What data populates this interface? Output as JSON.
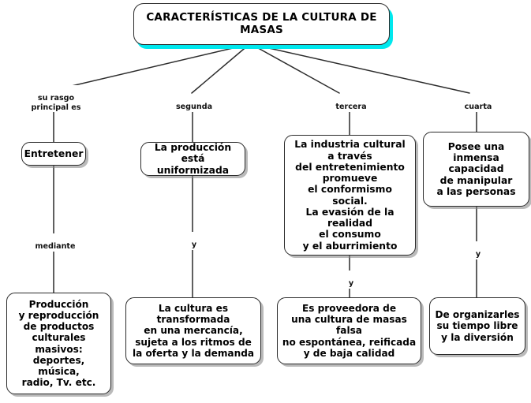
{
  "diagram": {
    "title_node": {
      "label": "CARACTERÍSTICAS DE LA CULTURA DE MASAS",
      "shadow_color": "#00e8ee"
    },
    "branch_labels": [
      {
        "id": "rama-1",
        "label": "su rasgo\nprincipal es"
      },
      {
        "id": "rama-2",
        "label": "segunda"
      },
      {
        "id": "rama-3",
        "label": "tercera"
      },
      {
        "id": "rama-4",
        "label": "cuarta"
      }
    ],
    "level1_nodes": [
      {
        "id": "entretener",
        "label": "Entretener"
      },
      {
        "id": "produccion-uniformizada",
        "label": "La producción está\nuniformizada"
      },
      {
        "id": "industria-cultural",
        "label": "La industria cultural\na través\ndel entretenimiento\npromueve\nel conformismo social.\nLa evasión de la realidad\nel consumo\ny el aburrimiento"
      },
      {
        "id": "capacidad-manipular",
        "label": "Posee una inmensa\ncapacidad\nde manipular\na las personas"
      }
    ],
    "connector_labels": [
      {
        "id": "conector-1",
        "label": "mediante"
      },
      {
        "id": "conector-2",
        "label": "y"
      },
      {
        "id": "conector-3",
        "label": "y"
      },
      {
        "id": "conector-4",
        "label": "y"
      }
    ],
    "level2_nodes": [
      {
        "id": "produccion-masiva",
        "label": "Producción\ny reproducción\nde productos\nculturales masivos:\ndeportes, música,\nradio, Tv. etc."
      },
      {
        "id": "cultura-mercancia",
        "label": "La cultura es transformada\nen una mercancía,\nsujeta a los ritmos de\nla oferta y la demanda"
      },
      {
        "id": "cultura-falsa",
        "label": "Es proveedora de\nuna cultura de masas falsa\nno espontánea, reificada\ny de baja calidad"
      },
      {
        "id": "tiempo-libre",
        "label": "De organizarles\nsu tiempo libre\ny la diversión"
      }
    ],
    "colors": {
      "background": "#ffffff",
      "border": "#2b2b2b",
      "text": "#000000",
      "edge": "#2b2b2b",
      "title_shadow": "#00e8ee",
      "box_shadow": "#828282"
    }
  }
}
